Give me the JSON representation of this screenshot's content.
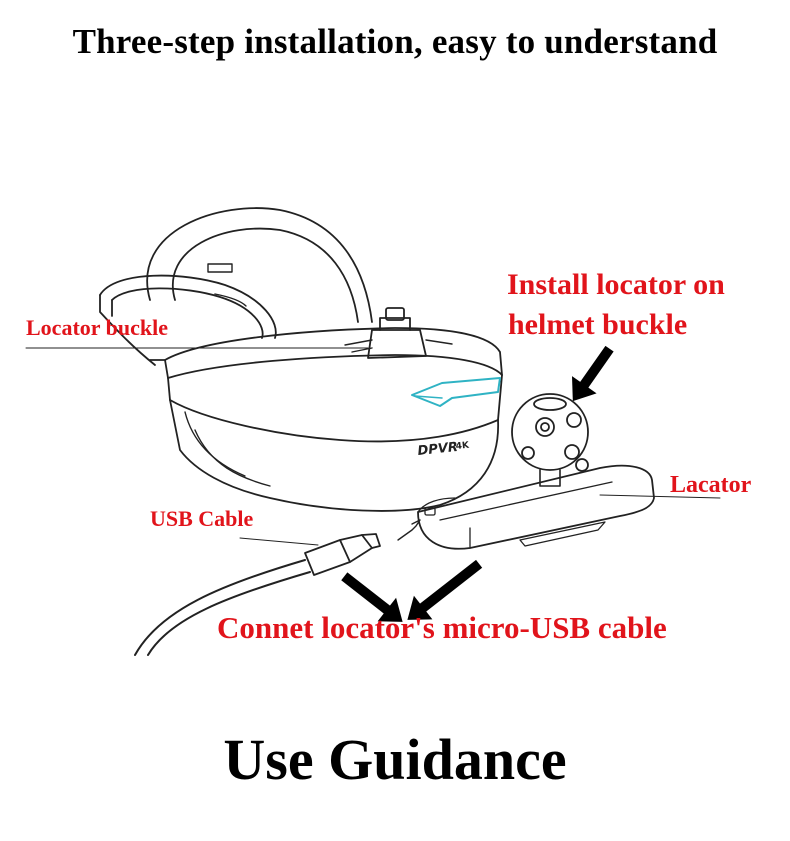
{
  "title": "Three-step installation, easy to understand",
  "labels": {
    "locator_buckle": "Locator buckle",
    "install_line1": "Install locator on",
    "install_line2": "helmet buckle",
    "lacator": "Lacator",
    "usb_cable": "USB Cable",
    "connect": "Connet locator's micro-USB cable"
  },
  "headset_brand": "DPVR",
  "headset_badge": "4K",
  "footer": "Use Guidance",
  "colors": {
    "label": "#e1141b",
    "text": "#000000",
    "accent": "#2fb3c4",
    "line": "#222222"
  }
}
